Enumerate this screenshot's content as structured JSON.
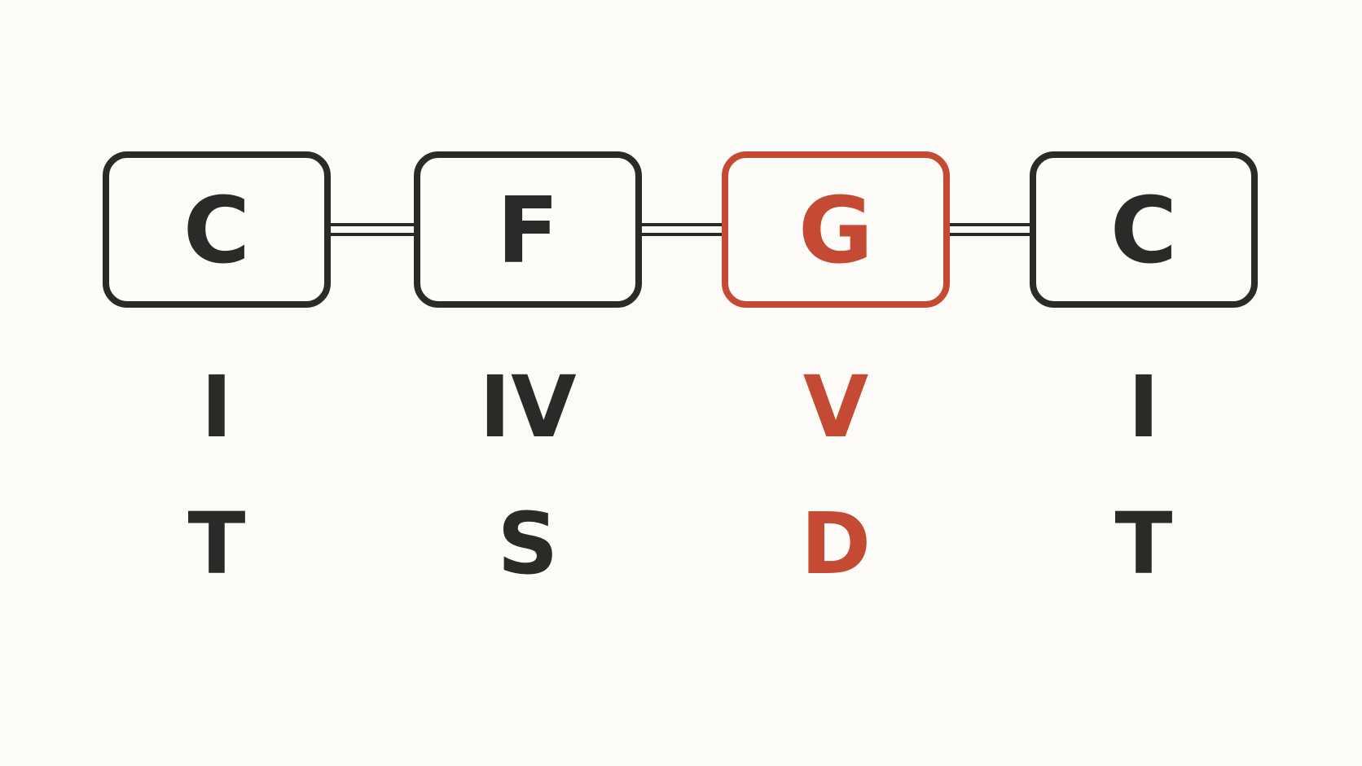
{
  "colors": {
    "ink": "#2a2a28",
    "accent": "#c44a33",
    "background": "#fcfbf7"
  },
  "chords": [
    {
      "letter": "C",
      "numeral": "I",
      "function": "T",
      "highlight": false
    },
    {
      "letter": "F",
      "numeral": "IV",
      "function": "S",
      "highlight": false
    },
    {
      "letter": "G",
      "numeral": "V",
      "function": "D",
      "highlight": true
    },
    {
      "letter": "C",
      "numeral": "I",
      "function": "T",
      "highlight": false
    }
  ]
}
